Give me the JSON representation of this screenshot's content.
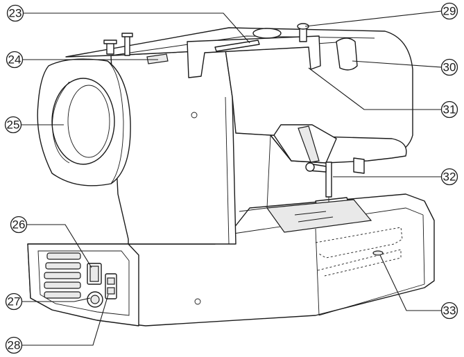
{
  "callouts": [
    {
      "id": "23",
      "label": "23"
    },
    {
      "id": "24",
      "label": "24"
    },
    {
      "id": "25",
      "label": "25"
    },
    {
      "id": "26",
      "label": "26"
    },
    {
      "id": "27",
      "label": "27"
    },
    {
      "id": "28",
      "label": "28"
    },
    {
      "id": "29",
      "label": "29"
    },
    {
      "id": "30",
      "label": "30"
    },
    {
      "id": "31",
      "label": "31"
    },
    {
      "id": "32",
      "label": "32"
    },
    {
      "id": "33",
      "label": "33"
    }
  ]
}
